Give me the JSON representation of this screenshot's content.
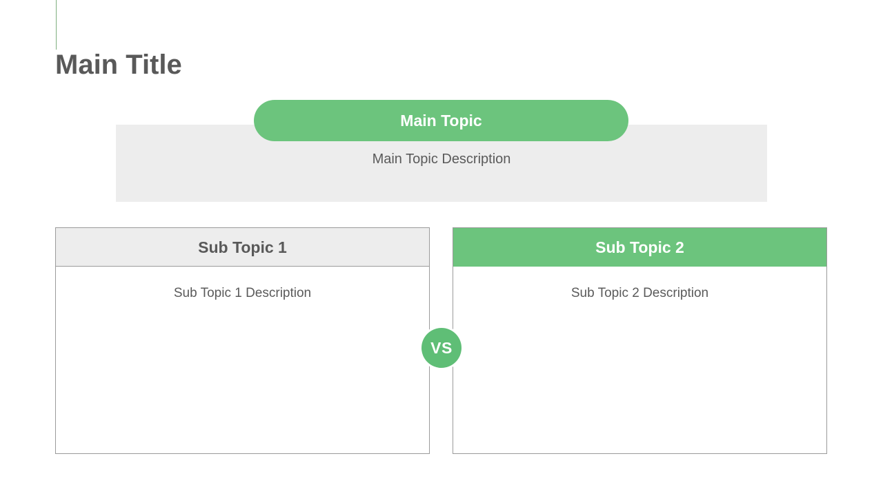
{
  "slide": {
    "title": "Main Title",
    "accent_color": "#7FAF7F",
    "title_color": "#595959",
    "background_color": "#FFFFFF"
  },
  "main_topic": {
    "label": "Main Topic",
    "description": "Main Topic Description",
    "pill_color": "#6CC47D",
    "pill_text_color": "#FFFFFF",
    "panel_color": "#EDEDED",
    "description_color": "#5A5A5A"
  },
  "comparison": {
    "separator_label": "VS",
    "separator_color": "#5FBE76",
    "separator_text_color": "#FFFFFF",
    "cards": [
      {
        "title": "Sub Topic 1",
        "description": "Sub Topic 1 Description",
        "header_color": "#EDEDED",
        "header_text_color": "#595959",
        "border_color": "#9A9A9A",
        "body_color": "#FFFFFF"
      },
      {
        "title": "Sub Topic 2",
        "description": "Sub Topic 2 Description",
        "header_color": "#6CC47D",
        "header_text_color": "#FFFFFF",
        "border_color": "#9A9A9A",
        "body_color": "#FFFFFF"
      }
    ]
  }
}
